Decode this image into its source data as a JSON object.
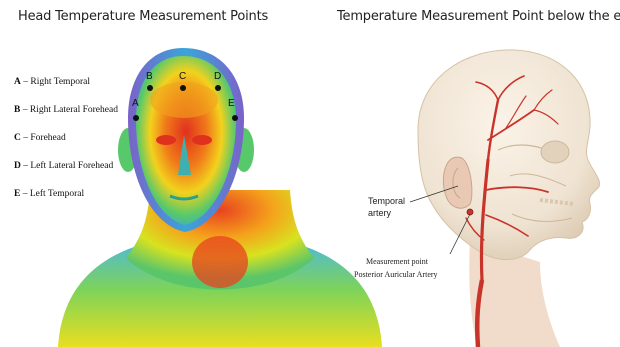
{
  "left_panel": {
    "title": "Head Temperature Measurement Points",
    "legend": [
      {
        "letter": "A",
        "sep": " – ",
        "text": "Right Temporal"
      },
      {
        "letter": "B",
        "sep": " – ",
        "text": "Right Lateral Forehead"
      },
      {
        "letter": "C",
        "sep": " – ",
        "text": "Forehead"
      },
      {
        "letter": "D",
        "sep": " – ",
        "text": "Left Lateral Forehead"
      },
      {
        "letter": "E",
        "sep": " – ",
        "text": "Left Temporal"
      }
    ],
    "points": {
      "A": "A",
      "B": "B",
      "C": "C",
      "D": "D",
      "E": "E"
    }
  },
  "right_panel": {
    "title": "Temperature Measurement Point below the ear",
    "temporal_artery_line1": "Temporal",
    "temporal_artery_line2": "artery",
    "measurement_point_line1": "Measurement point",
    "measurement_point_line2": "Posterior Auricular Artery"
  },
  "colors": {
    "thermal_hot": "#e0301e",
    "thermal_warm": "#f59b1c",
    "thermal_mid": "#f2e21d",
    "thermal_cool": "#58c96a",
    "thermal_cold": "#3aa4d9",
    "thermal_edge": "#7b62c9",
    "skull": "#efe3d2",
    "artery": "#c9342a"
  }
}
